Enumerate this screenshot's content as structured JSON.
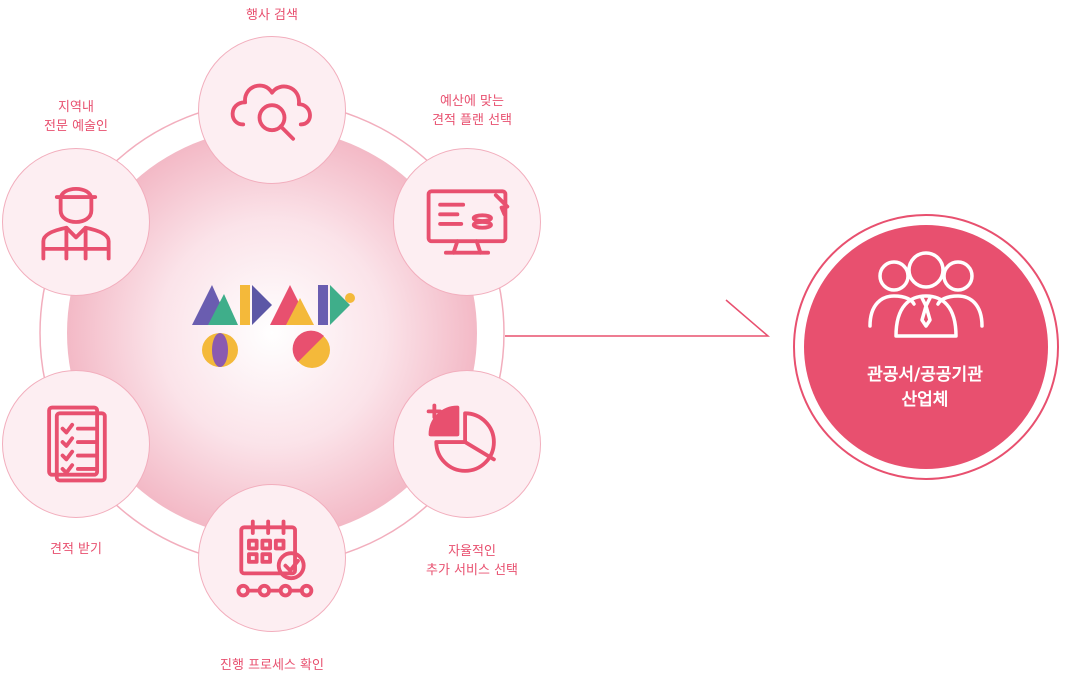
{
  "diagram": {
    "steps": [
      {
        "label": "행사 검색",
        "icon": "cloud-search-icon"
      },
      {
        "label": "예산에 맞는\n견적 플랜 선택",
        "icon": "monitor-budget-icon"
      },
      {
        "label": "자율적인\n추가 서비스 선택",
        "icon": "pie-chart-add-icon"
      },
      {
        "label": "진행 프로세스 확인",
        "icon": "calendar-check-icon"
      },
      {
        "label": "견적 받기",
        "icon": "checklist-icon"
      },
      {
        "label": "지역내\n전문 예술인",
        "icon": "artist-icon"
      }
    ],
    "hub": {
      "logo_icon": "colorful-logo-icon"
    },
    "target": {
      "label": "관공서/공공기관\n산업체",
      "icon": "people-group-icon"
    },
    "colors": {
      "accent": "#e8506f",
      "node_fill": "#fdeef2",
      "hub_fill": "#f5c6d1"
    }
  }
}
